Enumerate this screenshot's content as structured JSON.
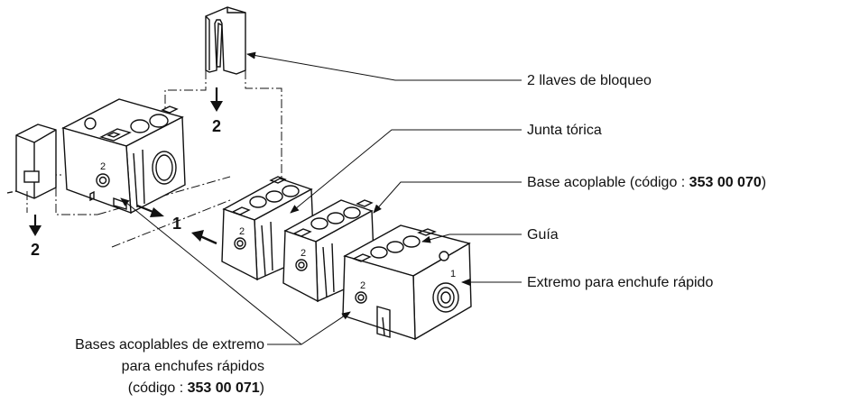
{
  "labels": {
    "llaves": "2 llaves de bloqueo",
    "junta": "Junta tórica",
    "base_prefix": "Base acoplable (código : ",
    "base_code": "353 00 070",
    "base_suffix": ")",
    "guia": "Guía",
    "extremo": "Extremo para enchufe rápido",
    "bases_ext_line1": "Bases acoplables de extremo",
    "bases_ext_line2": "para enchufes rápidos",
    "bases_ext_prefix": "(código : ",
    "bases_ext_code": "353 00 071",
    "bases_ext_suffix": ")"
  },
  "step_numbers": {
    "top_key_step": "2",
    "left_key_step": "2",
    "push_step": "1"
  },
  "part_marks": {
    "port_2": "2",
    "port_1": "1"
  }
}
